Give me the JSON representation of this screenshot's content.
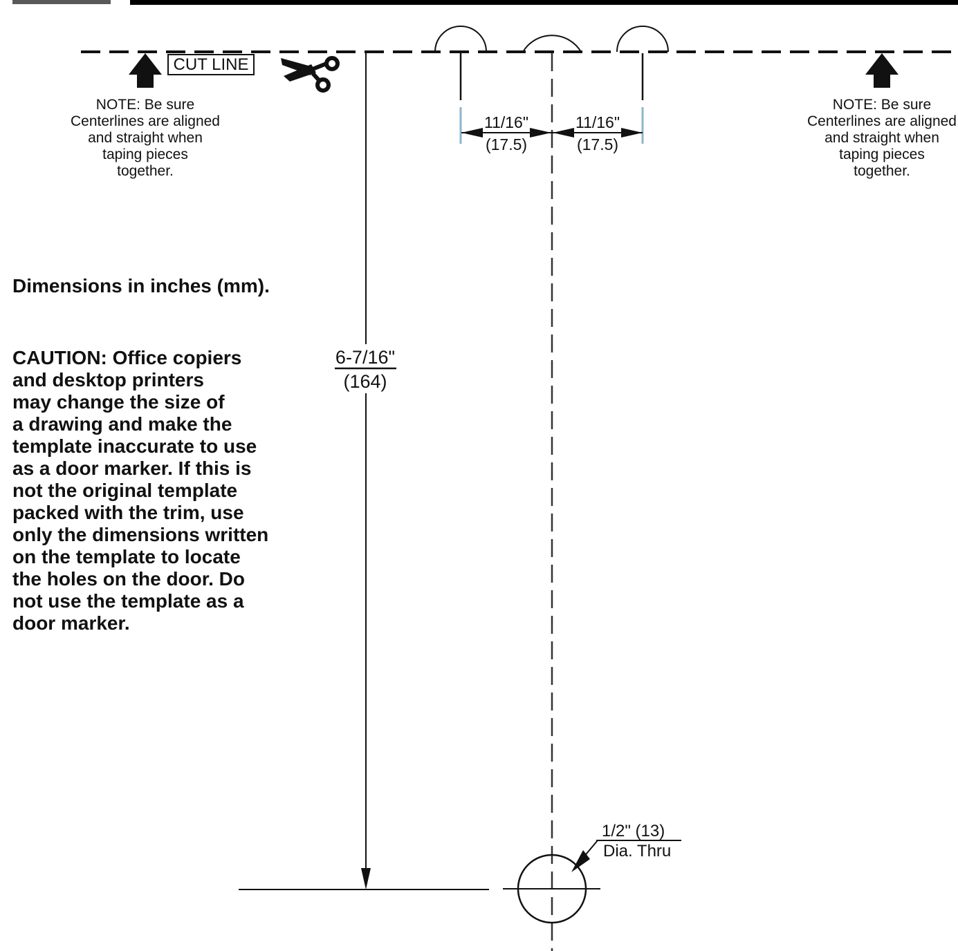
{
  "header": {
    "gray_bar_color": "#58595b",
    "black_bar_color": "#000000"
  },
  "cut_line": {
    "label": "CUT LINE"
  },
  "notes": {
    "left": "NOTE: Be sure\nCenterlines are aligned\nand straight when\ntaping pieces\ntogether.",
    "right": "NOTE: Be sure\nCenterlines are aligned\nand straight when\ntaping pieces\ntogether."
  },
  "left_panel": {
    "units_note": "Dimensions in inches (mm).",
    "caution": "CAUTION: Office copiers\nand desktop printers\nmay change the size of\na drawing and make the\ntemplate inaccurate to use\nas a door marker. If this is\nnot the original template\npacked with the trim, use\nonly the dimensions written\non the template to locate\nthe holes on the door. Do\nnot use the template as a\ndoor marker."
  },
  "dimensions": {
    "horizontal_left": {
      "inches": "11/16\"",
      "mm": "(17.5)"
    },
    "horizontal_right": {
      "inches": "11/16\"",
      "mm": "(17.5)"
    },
    "vertical": {
      "inches": "6-7/16\"",
      "mm": "(164)"
    },
    "hole": {
      "line1": "1/2\" (13)",
      "line2": "Dia. Thru"
    }
  },
  "icons": {
    "scissors": "scissors-icon",
    "up_arrow_left": "up-arrow-icon",
    "up_arrow_right": "up-arrow-icon",
    "down_arrow": "down-arrow-icon"
  },
  "colors": {
    "line": "#111111",
    "extension_tick": "#8fb4cc"
  }
}
